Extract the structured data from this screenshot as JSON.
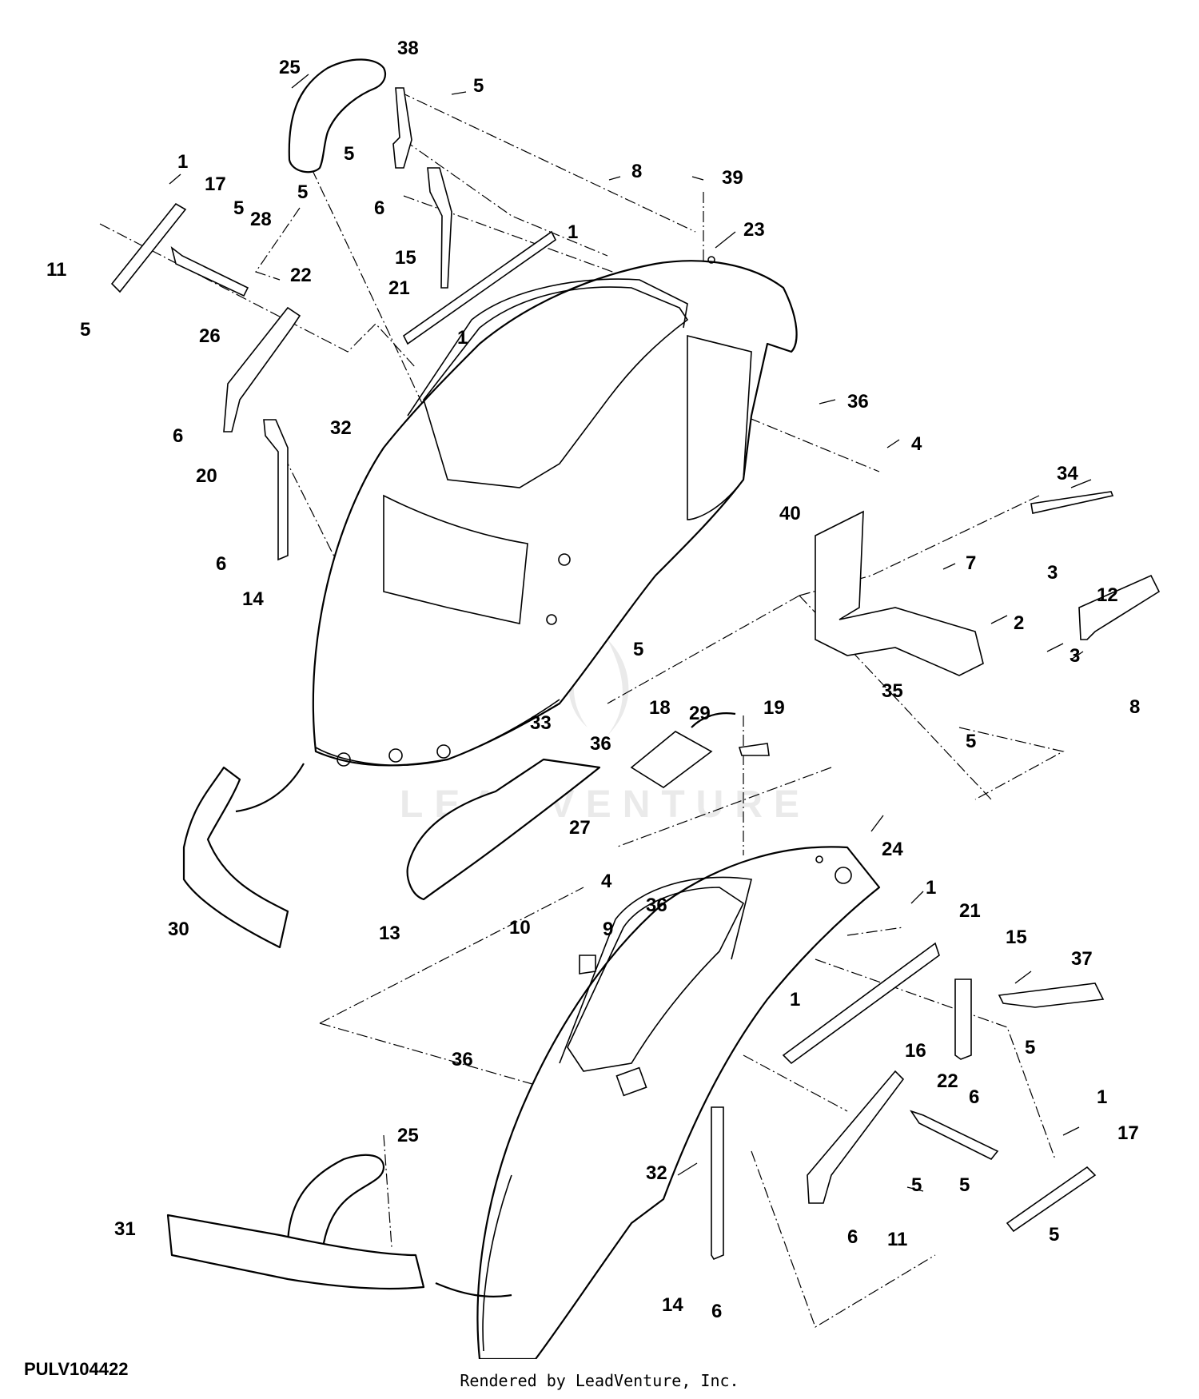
{
  "figure_id": "PULV104422",
  "credit": "Rendered by LeadVenture, Inc.",
  "watermark": "LEADVENTURE",
  "colors": {
    "ink": "#000000",
    "paper": "#ffffff",
    "watermark": "#d9d9d9"
  },
  "callouts": [
    {
      "id": "c1",
      "label": "25"
    },
    {
      "id": "c2",
      "label": "38"
    },
    {
      "id": "c3",
      "label": "5"
    },
    {
      "id": "c4",
      "label": "1"
    },
    {
      "id": "c5",
      "label": "17"
    },
    {
      "id": "c6",
      "label": "5"
    },
    {
      "id": "c7",
      "label": "5"
    },
    {
      "id": "c8",
      "label": "5"
    },
    {
      "id": "c9",
      "label": "8"
    },
    {
      "id": "c10",
      "label": "39"
    },
    {
      "id": "c11",
      "label": "23"
    },
    {
      "id": "c12",
      "label": "11"
    },
    {
      "id": "c13",
      "label": "28"
    },
    {
      "id": "c14",
      "label": "6"
    },
    {
      "id": "c15",
      "label": "15"
    },
    {
      "id": "c16",
      "label": "1"
    },
    {
      "id": "c17",
      "label": "21"
    },
    {
      "id": "c18",
      "label": "22"
    },
    {
      "id": "c19",
      "label": "5"
    },
    {
      "id": "c20",
      "label": "26"
    },
    {
      "id": "c21",
      "label": "1"
    },
    {
      "id": "c22",
      "label": "36"
    },
    {
      "id": "c23",
      "label": "6"
    },
    {
      "id": "c24",
      "label": "32"
    },
    {
      "id": "c25",
      "label": "20"
    },
    {
      "id": "c26",
      "label": "4"
    },
    {
      "id": "c27",
      "label": "34"
    },
    {
      "id": "c28",
      "label": "40"
    },
    {
      "id": "c29",
      "label": "6"
    },
    {
      "id": "c30",
      "label": "14"
    },
    {
      "id": "c31",
      "label": "7"
    },
    {
      "id": "c32",
      "label": "3"
    },
    {
      "id": "c33",
      "label": "12"
    },
    {
      "id": "c34",
      "label": "2"
    },
    {
      "id": "c35",
      "label": "5"
    },
    {
      "id": "c36",
      "label": "3"
    },
    {
      "id": "c37",
      "label": "35"
    },
    {
      "id": "c38",
      "label": "8"
    },
    {
      "id": "c39",
      "label": "29"
    },
    {
      "id": "c40",
      "label": "18"
    },
    {
      "id": "c41",
      "label": "19"
    },
    {
      "id": "c42",
      "label": "33"
    },
    {
      "id": "c43",
      "label": "36"
    },
    {
      "id": "c44",
      "label": "5"
    },
    {
      "id": "c45",
      "label": "27"
    },
    {
      "id": "c46",
      "label": "24"
    },
    {
      "id": "c47",
      "label": "4"
    },
    {
      "id": "c48",
      "label": "36"
    },
    {
      "id": "c49",
      "label": "30"
    },
    {
      "id": "c50",
      "label": "13"
    },
    {
      "id": "c51",
      "label": "10"
    },
    {
      "id": "c52",
      "label": "9"
    },
    {
      "id": "c53",
      "label": "1"
    },
    {
      "id": "c54",
      "label": "21"
    },
    {
      "id": "c55",
      "label": "15"
    },
    {
      "id": "c56",
      "label": "37"
    },
    {
      "id": "c57",
      "label": "1"
    },
    {
      "id": "c58",
      "label": "5"
    },
    {
      "id": "c59",
      "label": "36"
    },
    {
      "id": "c60",
      "label": "6"
    },
    {
      "id": "c61",
      "label": "16"
    },
    {
      "id": "c62",
      "label": "22"
    },
    {
      "id": "c63",
      "label": "1"
    },
    {
      "id": "c64",
      "label": "17"
    },
    {
      "id": "c65",
      "label": "25"
    },
    {
      "id": "c66",
      "label": "32"
    },
    {
      "id": "c67",
      "label": "5"
    },
    {
      "id": "c68",
      "label": "5"
    },
    {
      "id": "c69",
      "label": "31"
    },
    {
      "id": "c70",
      "label": "6"
    },
    {
      "id": "c71",
      "label": "11"
    },
    {
      "id": "c72",
      "label": "5"
    },
    {
      "id": "c73",
      "label": "14"
    },
    {
      "id": "c74",
      "label": "6"
    }
  ]
}
